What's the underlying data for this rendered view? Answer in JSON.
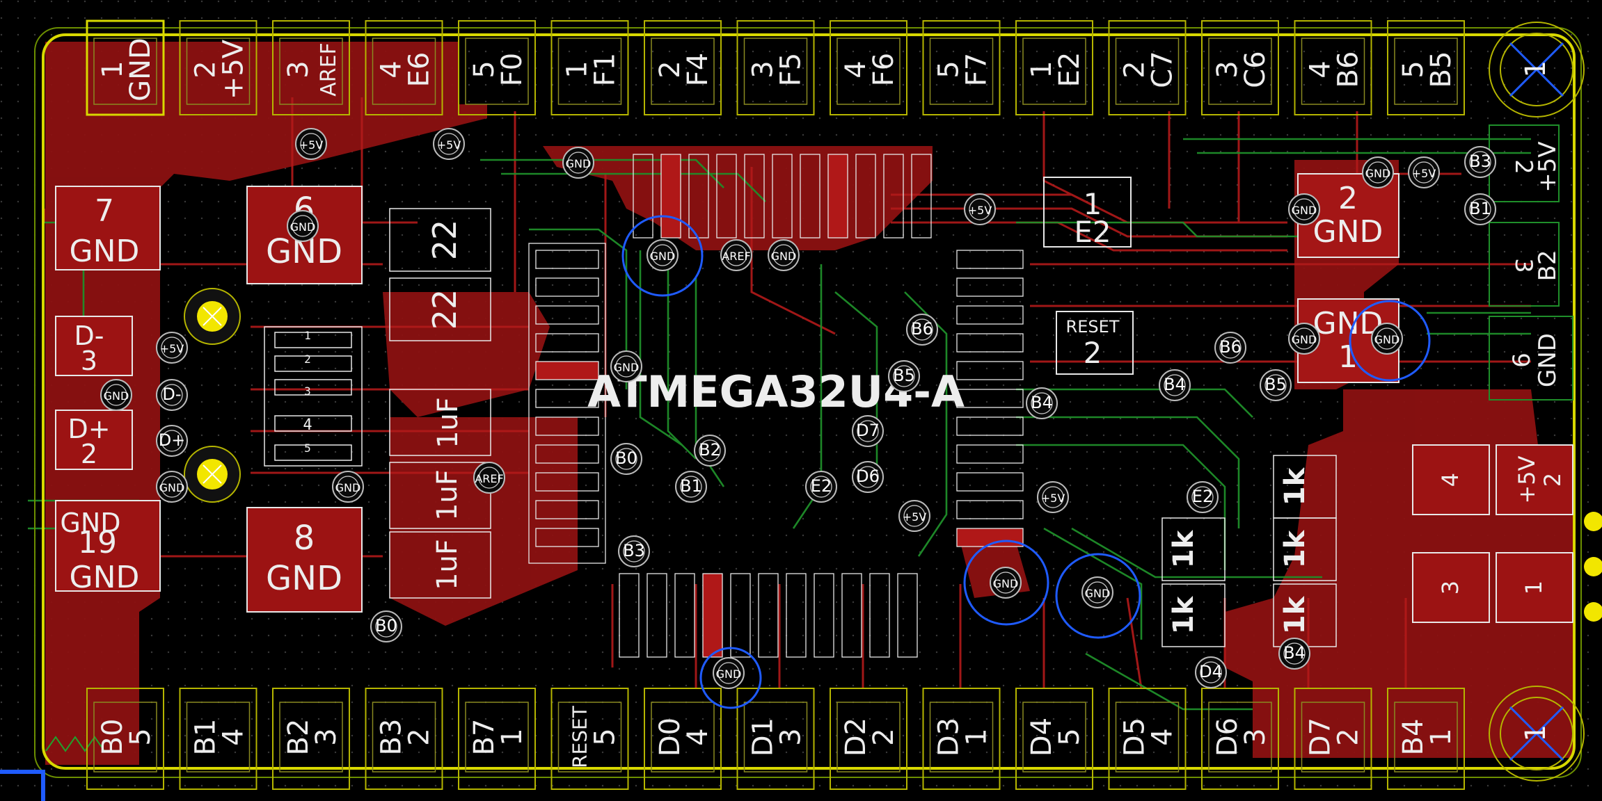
{
  "colors": {
    "background": "#000000",
    "copper_front": "#a01414",
    "copper_back": "#1f8f2a",
    "silkscreen": "#e8e8e8",
    "board_edge": "#d8d800",
    "courtyard": "#b5b500",
    "highlight": "#1f5bff",
    "mounting_hole_pad": "#f2e600"
  },
  "chip_label": "ATMEGA32U4-A",
  "top_pins": [
    {
      "num": "1",
      "name": "GND"
    },
    {
      "num": "2",
      "name": "+5V"
    },
    {
      "num": "3",
      "name": "AREF"
    },
    {
      "num": "4",
      "name": "E6"
    },
    {
      "num": "5",
      "name": "F0"
    },
    {
      "num": "1",
      "name": "F1"
    },
    {
      "num": "2",
      "name": "F4"
    },
    {
      "num": "3",
      "name": "F5"
    },
    {
      "num": "4",
      "name": "F6"
    },
    {
      "num": "5",
      "name": "F7"
    },
    {
      "num": "1",
      "name": "E2"
    },
    {
      "num": "2",
      "name": "C7"
    },
    {
      "num": "3",
      "name": "C6"
    },
    {
      "num": "4",
      "name": "B6"
    },
    {
      "num": "5",
      "name": "B5"
    }
  ],
  "bottom_pins": [
    {
      "name": "B0",
      "num": "5"
    },
    {
      "name": "B1",
      "num": "4"
    },
    {
      "name": "B2",
      "num": "3"
    },
    {
      "name": "B3",
      "num": "2"
    },
    {
      "name": "B7",
      "num": "1"
    },
    {
      "name": "RESET",
      "num": "5"
    },
    {
      "name": "D0",
      "num": "4"
    },
    {
      "name": "D1",
      "num": "3"
    },
    {
      "name": "D2",
      "num": "2"
    },
    {
      "name": "D3",
      "num": "1"
    },
    {
      "name": "D4",
      "num": "5"
    },
    {
      "name": "D5",
      "num": "4"
    },
    {
      "name": "D6",
      "num": "3"
    },
    {
      "name": "D7",
      "num": "2"
    },
    {
      "name": "B4",
      "num": "1"
    }
  ],
  "corner_pins": {
    "top_right": "1",
    "bottom_right": "1"
  },
  "left_pads": [
    {
      "num": "7",
      "name": "GND"
    },
    {
      "num": "6",
      "name": "GND"
    },
    {
      "num": "8",
      "name": "GND"
    },
    {
      "num": "19",
      "name": "GND"
    }
  ],
  "usb_pads": [
    {
      "name": "D-",
      "num": "3"
    },
    {
      "name": "D+",
      "num": "2"
    }
  ],
  "resistor_labels": [
    "22",
    "22"
  ],
  "cap_labels": [
    "1uF",
    "1uF",
    "1uF"
  ],
  "pad_e2": {
    "num": "1",
    "name": "E2"
  },
  "pad_reset": {
    "name": "RESET",
    "num": "2"
  },
  "right_gnd_pads": [
    {
      "num": "2",
      "name": "GND"
    },
    {
      "num": "1",
      "name": "GND"
    }
  ],
  "right_edge_labels": [
    "+5V",
    "B2",
    "GND"
  ],
  "right_edge_nums": [
    "2",
    "3",
    "6"
  ],
  "res_1k_label": "1k",
  "vias": {
    "gnd": "GND",
    "plus5v": "+5V",
    "aref": "AREF",
    "b0": "B0",
    "b1": "B1",
    "b2": "B2",
    "b3": "B3",
    "b4": "B4",
    "b5": "B5",
    "b6": "B6",
    "d_minus": "D-",
    "d_plus": "D+",
    "d4": "D4",
    "d6": "D6",
    "d7": "D7",
    "e2": "E2"
  }
}
